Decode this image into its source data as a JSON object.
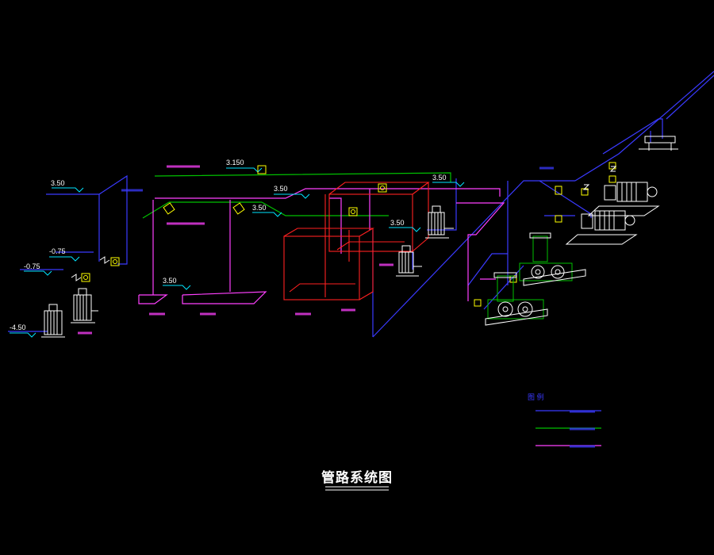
{
  "title": "管路系统图",
  "colors": {
    "background": "#000000",
    "blue_pipe": "#3a3aff",
    "green_pipe": "#00c000",
    "magenta_pipe": "#ff40ff",
    "red_pipe": "#ff2020",
    "yellow": "#ffff00",
    "white": "#ffffff",
    "cyan": "#00e5ff"
  },
  "elevations": {
    "e1": "3.50",
    "e2": "-0.75",
    "e3": "-0.75",
    "e4": "-4.50",
    "e5": "3.150",
    "e6": "3.50",
    "e7": "3.50",
    "e8": "3.50",
    "e9": "3.50",
    "e10": "3.50"
  },
  "legend": {
    "heading": "图 例"
  }
}
